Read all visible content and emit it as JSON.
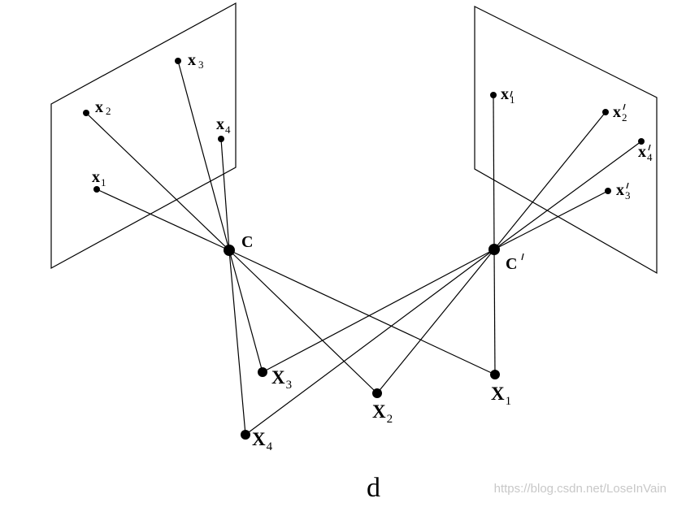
{
  "left_view": {
    "image_points": [
      {
        "letter": "x",
        "sub": "1",
        "prime": false
      },
      {
        "letter": "x",
        "sub": "2",
        "prime": false
      },
      {
        "letter": "x",
        "sub": "3",
        "prime": false
      },
      {
        "letter": "x",
        "sub": "4",
        "prime": false
      }
    ],
    "camera": {
      "label": "C",
      "prime": false
    }
  },
  "right_view": {
    "image_points": [
      {
        "letter": "x",
        "sub": "1",
        "prime": true
      },
      {
        "letter": "x",
        "sub": "2",
        "prime": true
      },
      {
        "letter": "x",
        "sub": "3",
        "prime": true
      },
      {
        "letter": "x",
        "sub": "4",
        "prime": true
      }
    ],
    "camera": {
      "label": "C",
      "prime": true
    }
  },
  "world_points": [
    {
      "letter": "X",
      "sub": "1"
    },
    {
      "letter": "X",
      "sub": "2"
    },
    {
      "letter": "X",
      "sub": "3"
    },
    {
      "letter": "X",
      "sub": "4"
    }
  ],
  "caption": "d",
  "watermark": "https://blog.csdn.net/LoseInVain"
}
